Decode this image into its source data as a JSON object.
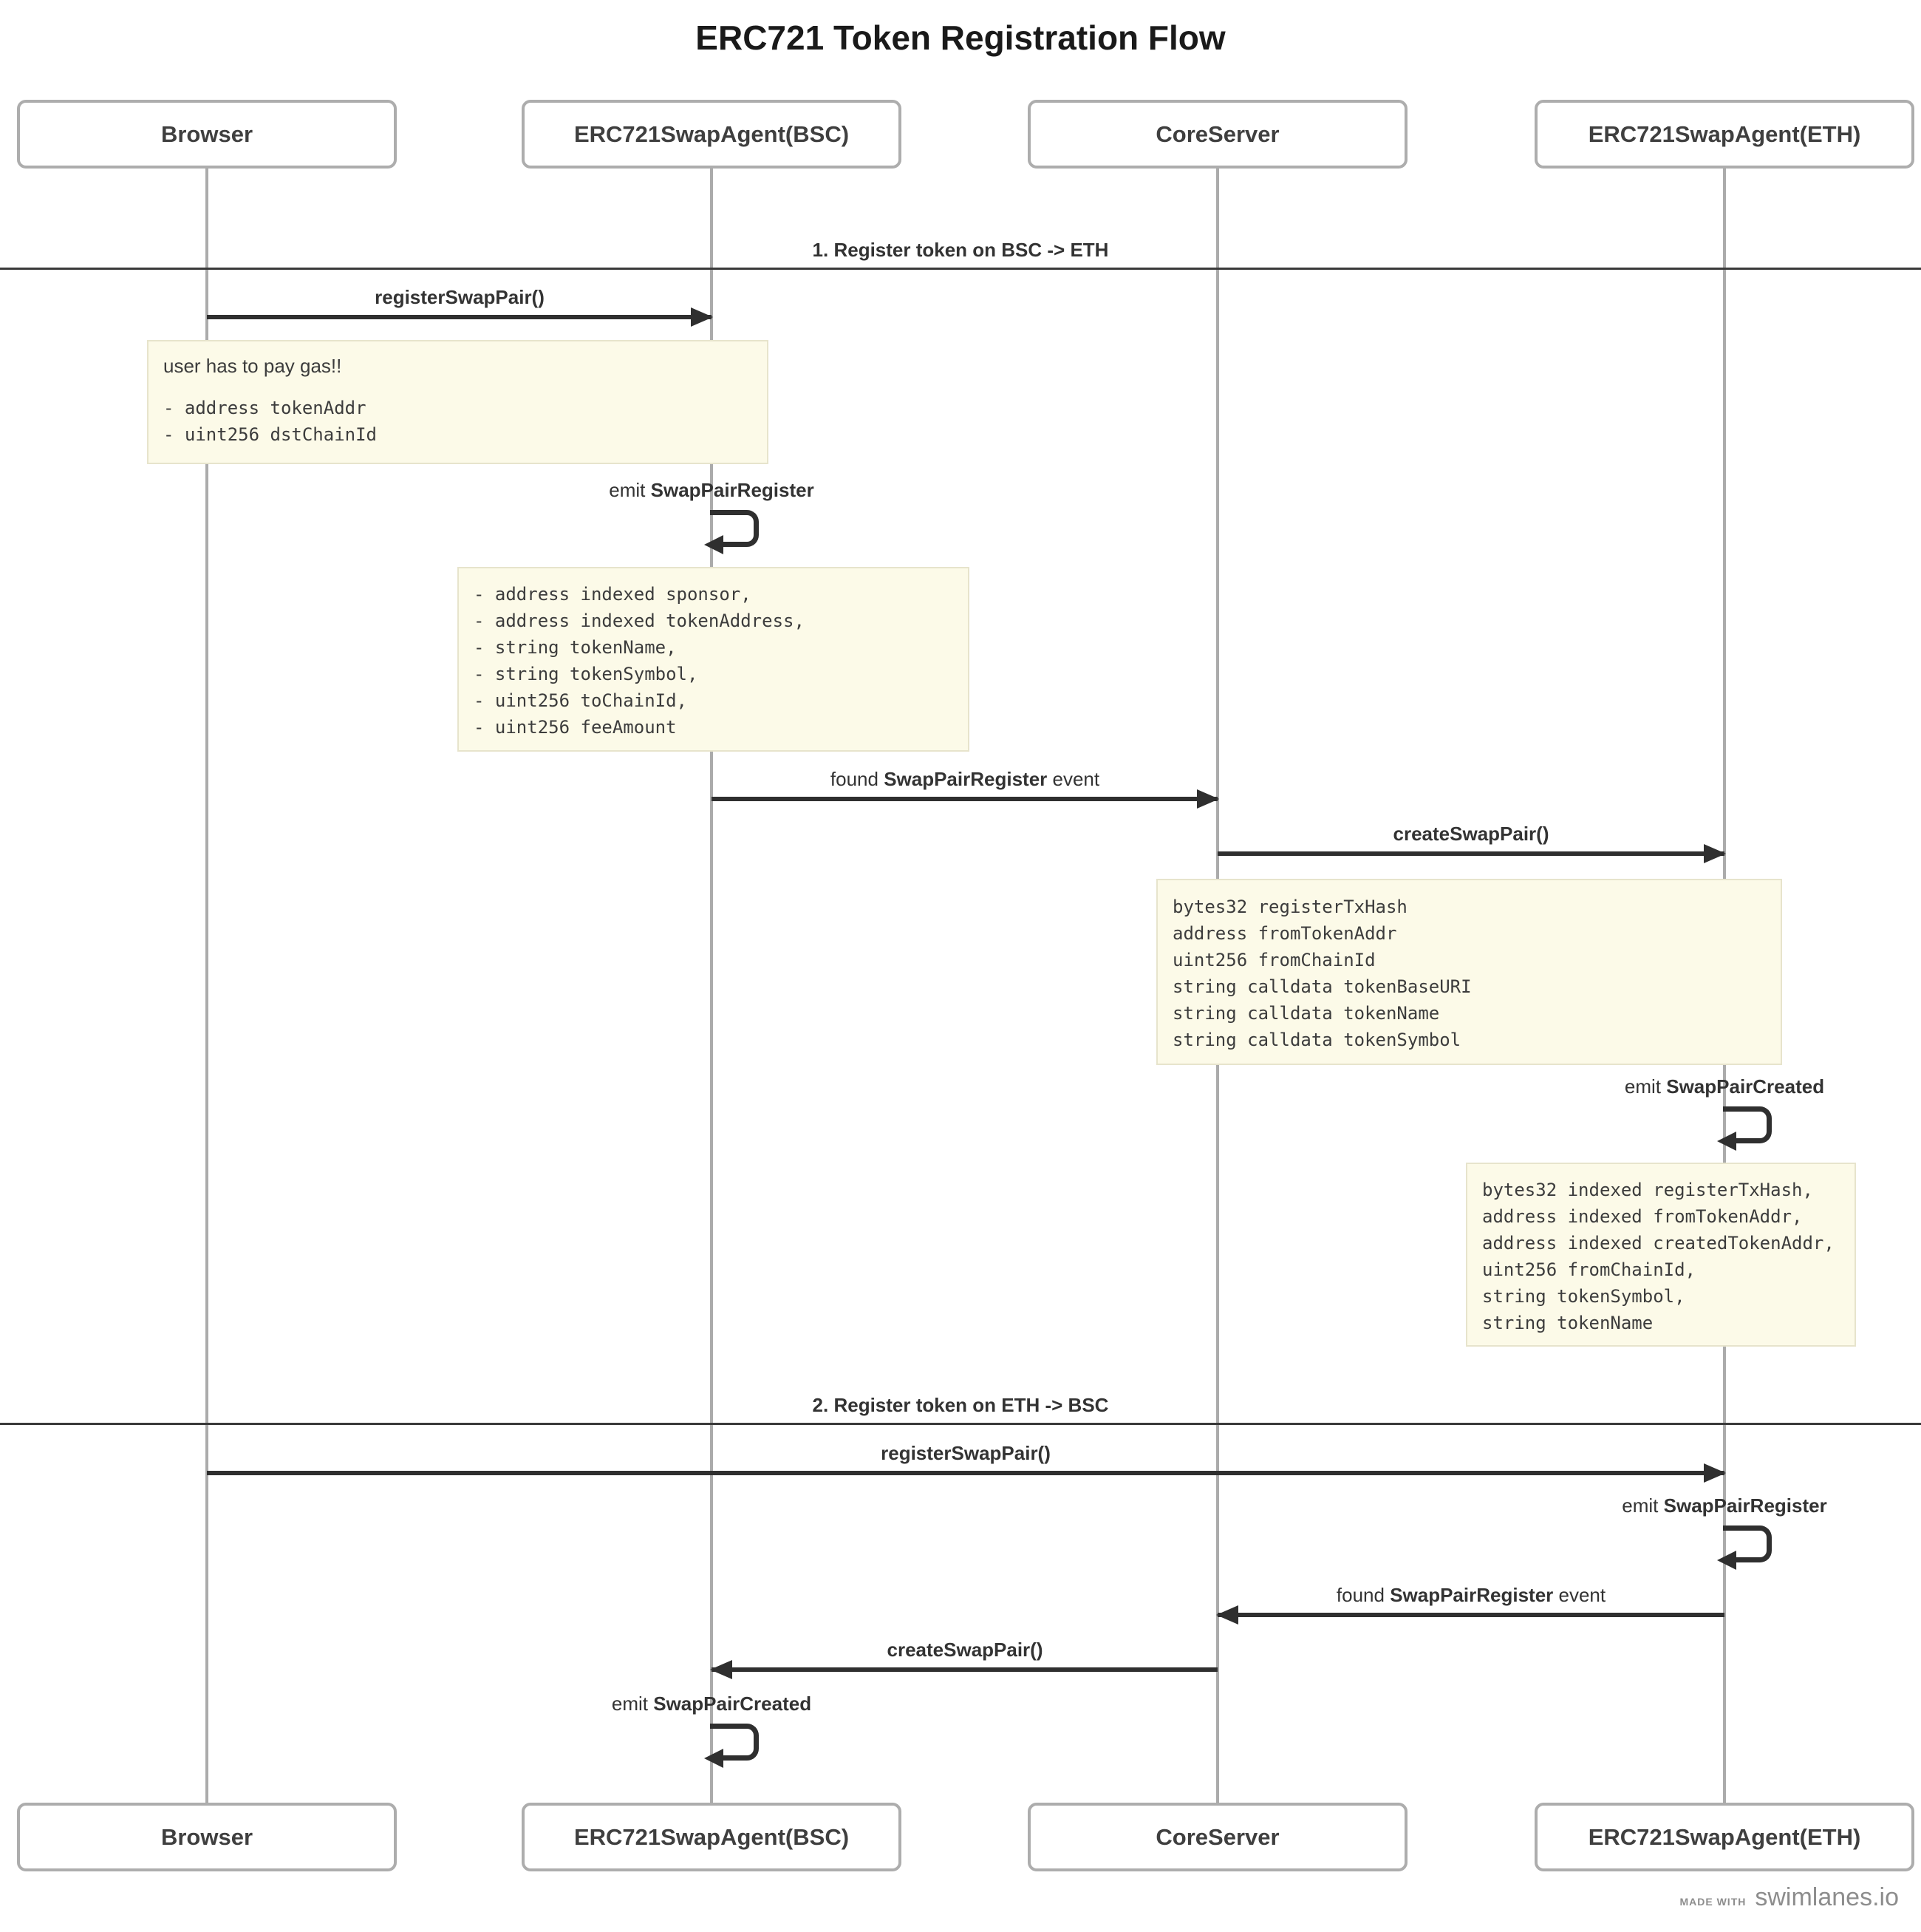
{
  "title": "ERC721 Token Registration Flow",
  "actors": {
    "browser": "Browser",
    "bsc_agent": "ERC721SwapAgent(BSC)",
    "core_server": "CoreServer",
    "eth_agent": "ERC721SwapAgent(ETH)"
  },
  "sections": {
    "s1": "1. Register token on BSC -> ETH",
    "s2": "2. Register token on ETH -> BSC"
  },
  "labels": {
    "register_call": "registerSwapPair()",
    "create_call": "createSwapPair()",
    "emit_prefix": "emit ",
    "event_register": "SwapPairRegister",
    "event_created": "SwapPairCreated",
    "found_prefix": "found ",
    "found_suffix": " event"
  },
  "notes": {
    "note1": {
      "text": "user has to pay gas!!",
      "code": [
        "- address tokenAddr",
        "- uint256 dstChainId"
      ]
    },
    "note2": {
      "code": [
        "- address indexed sponsor,",
        "- address indexed tokenAddress,",
        "- string tokenName,",
        "- string tokenSymbol,",
        "- uint256 toChainId,",
        "- uint256 feeAmount"
      ]
    },
    "note3": {
      "code": [
        "bytes32 registerTxHash",
        "address fromTokenAddr",
        "uint256 fromChainId",
        "string calldata tokenBaseURI",
        "string calldata tokenName",
        "string calldata tokenSymbol"
      ]
    },
    "note4": {
      "code": [
        "bytes32 indexed registerTxHash,",
        "address indexed fromTokenAddr,",
        "address indexed createdTokenAddr,",
        "uint256 fromChainId,",
        "string tokenSymbol,",
        "string tokenName"
      ]
    }
  },
  "footer": {
    "made_with": "MADE WITH",
    "brand": "swimlanes.io"
  },
  "colors": {
    "background": "#ffffff",
    "title_text": "#1a1a1a",
    "arrow": "#2f2f2f",
    "lifeline": "#ababab",
    "actor_border": "#adadad",
    "note_bg": "#fcfae8",
    "note_border": "#e7e4cc",
    "note_text": "#3c3c3c",
    "divider_line": "#3a3a3a",
    "footer_text": "#8d8d8d"
  }
}
